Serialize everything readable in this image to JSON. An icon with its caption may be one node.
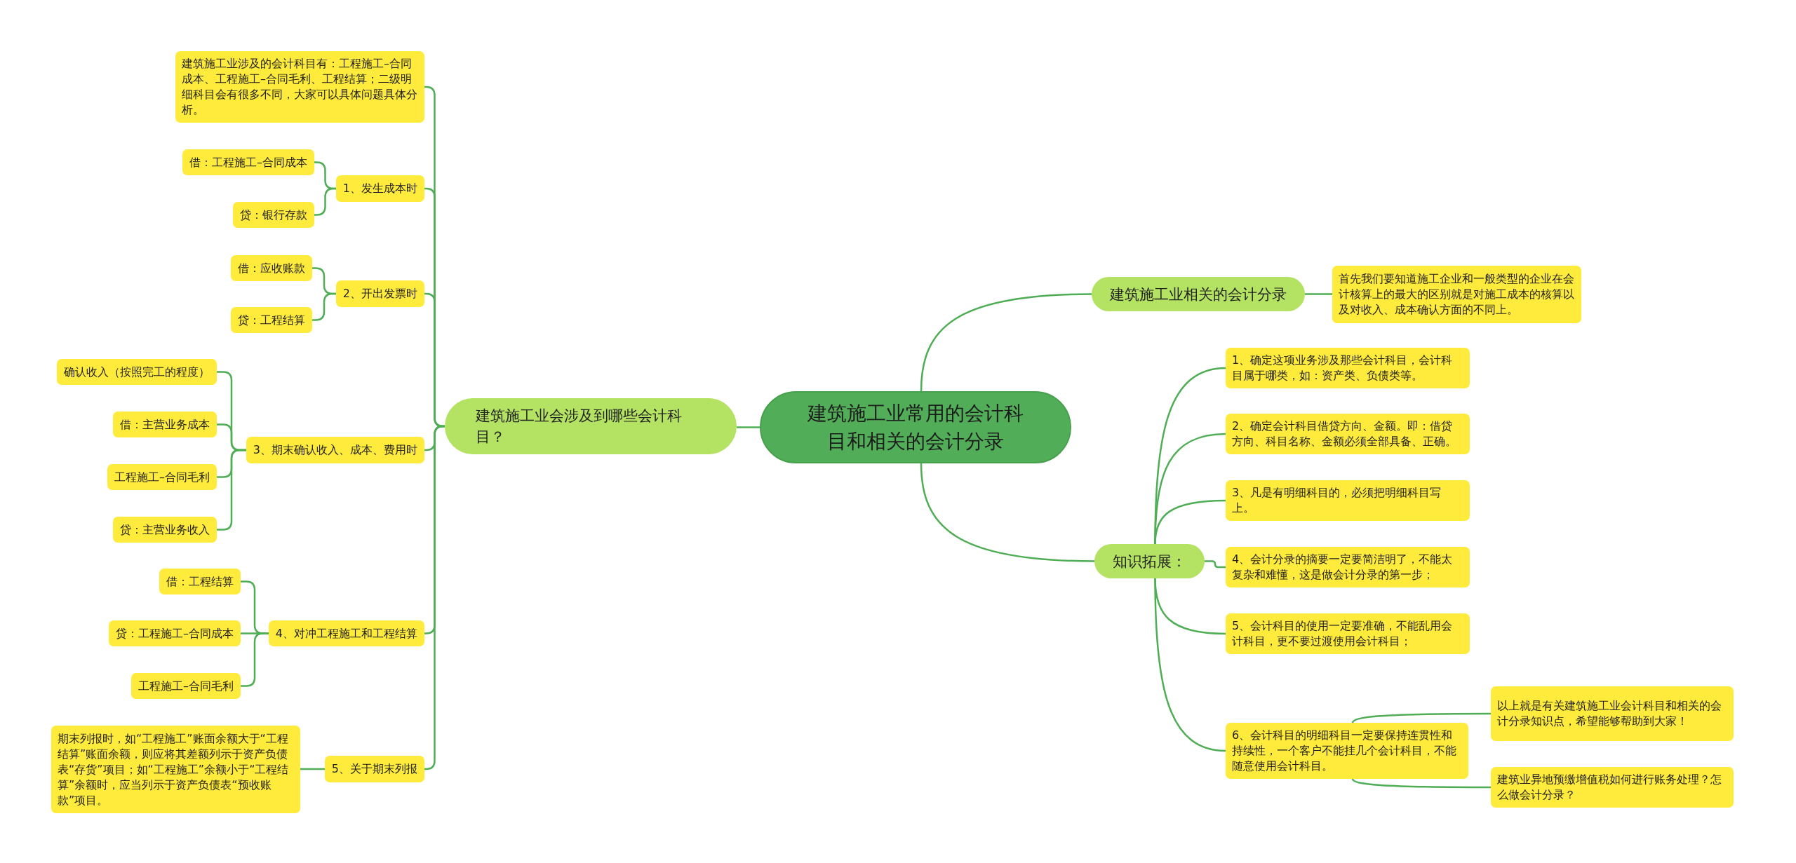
{
  "diagram": {
    "nodes": [
      {
        "text": [
          "建筑施工业常用的会计科目和相关的会计分录"
        ]
      },
      {
        "text": [
          "建筑施工业会涉及到哪些会计科目？"
        ]
      },
      {
        "text": [
          "建筑施工业涉及的会计科目有：工程施工–合同成本、工程施工–合同毛利、工程结算；二级明细科目会有很多不同，大家可以具体问题具体分析。"
        ]
      },
      {
        "text": [
          "1、发生成本时"
        ]
      },
      {
        "text": [
          "借：工程施工–合同成本"
        ]
      },
      {
        "text": [
          "贷：银行存款"
        ]
      },
      {
        "text": [
          "2、开出发票时"
        ]
      },
      {
        "text": [
          "借：应收账款"
        ]
      },
      {
        "text": [
          "贷：工程结算"
        ]
      },
      {
        "text": [
          "3、期末确认收入、成本、费用时"
        ]
      },
      {
        "text": [
          "确认收入（按照完工的程度）"
        ]
      },
      {
        "text": [
          "借：主营业务成本"
        ]
      },
      {
        "text": [
          "工程施工–合同毛利"
        ]
      },
      {
        "text": [
          "贷：主营业务收入"
        ]
      },
      {
        "text": [
          "4、对冲工程施工和工程结算"
        ]
      },
      {
        "text": [
          "借：工程结算"
        ]
      },
      {
        "text": [
          "贷：工程施工–合同成本"
        ]
      },
      {
        "text": [
          "工程施工–合同毛利"
        ]
      },
      {
        "text": [
          "5、关于期末列报"
        ]
      },
      {
        "text": [
          "期末列报时，如“工程施工”账面余额大于“工程结算”账面余额，则应将其差额列示于资产负债表“存货”项目；如“工程施工”余额小于“工程结算”余额时，应当列示于资产负债表“预收账款”项目。"
        ]
      },
      {
        "text": [
          "建筑施工业相关的会计分录"
        ]
      },
      {
        "text": [
          "首先我们要知道施工企业和一般类型的企业在会计核算上的最大的区别就是对施工成本的核算以及对收入、成本确认方面的不同上。"
        ]
      },
      {
        "text": [
          "知识拓展："
        ]
      },
      {
        "text": [
          "1、确定这项业务涉及那些会计科目，会计科目属于哪类，如：资产类、负债类等。"
        ]
      },
      {
        "text": [
          "2、确定会计科目借贷方向、金额。即：借贷方向、科目名称、金额必须全部具备、正确。"
        ]
      },
      {
        "text": [
          "3、凡是有明细科目的，必须把明细科目写上。"
        ]
      },
      {
        "text": [
          "4、会计分录的摘要一定要简洁明了，不能太复杂和难懂，这是做会计分录的第一步；"
        ]
      },
      {
        "text": [
          "5、会计科目的使用一定要准确，不能乱用会计科目，更不要过渡使用会计科目；"
        ]
      },
      {
        "text": [
          "6、会计科目的明细科目一定要保持连贯性和持续性，一个客户不能挂几个会计科目，不能随意使用会计科目。"
        ]
      },
      {
        "text": [
          "以上就是有关建筑施工业会计科目和相关的会计分录知识点，希望能够帮助到大家！"
        ]
      },
      {
        "text": [
          "建筑业异地预缴增值税如何进行账务处理？怎么做会计分录？"
        ]
      }
    ],
    "edges": [
      {
        "from": 0,
        "to": 1,
        "arrow": "none"
      },
      {
        "from": 1,
        "to": 2,
        "arrow": "none"
      },
      {
        "from": 1,
        "to": 3,
        "arrow": "none"
      },
      {
        "from": 3,
        "to": 4,
        "arrow": "none"
      },
      {
        "from": 3,
        "to": 5,
        "arrow": "none"
      },
      {
        "from": 1,
        "to": 6,
        "arrow": "none"
      },
      {
        "from": 6,
        "to": 7,
        "arrow": "none"
      },
      {
        "from": 6,
        "to": 8,
        "arrow": "none"
      },
      {
        "from": 1,
        "to": 9,
        "arrow": "none"
      },
      {
        "from": 9,
        "to": 10,
        "arrow": "none"
      },
      {
        "from": 9,
        "to": 11,
        "arrow": "none"
      },
      {
        "from": 9,
        "to": 12,
        "arrow": "none"
      },
      {
        "from": 9,
        "to": 13,
        "arrow": "none"
      },
      {
        "from": 1,
        "to": 14,
        "arrow": "none"
      },
      {
        "from": 14,
        "to": 15,
        "arrow": "none"
      },
      {
        "from": 14,
        "to": 16,
        "arrow": "none"
      },
      {
        "from": 14,
        "to": 17,
        "arrow": "none"
      },
      {
        "from": 1,
        "to": 18,
        "arrow": "none"
      },
      {
        "from": 18,
        "to": 19,
        "arrow": "none"
      },
      {
        "from": 0,
        "to": 20,
        "arrow": "none"
      },
      {
        "from": 20,
        "to": 21,
        "arrow": "none"
      },
      {
        "from": 0,
        "to": 22,
        "arrow": "none"
      },
      {
        "from": 22,
        "to": 23,
        "arrow": "none"
      },
      {
        "from": 22,
        "to": 24,
        "arrow": "none"
      },
      {
        "from": 22,
        "to": 25,
        "arrow": "none"
      },
      {
        "from": 22,
        "to": 26,
        "arrow": "none"
      },
      {
        "from": 22,
        "to": 27,
        "arrow": "none"
      },
      {
        "from": 22,
        "to": 28,
        "arrow": "none"
      },
      {
        "from": 28,
        "to": 29,
        "arrow": "none"
      },
      {
        "from": 28,
        "to": 30,
        "arrow": "none"
      }
    ]
  }
}
